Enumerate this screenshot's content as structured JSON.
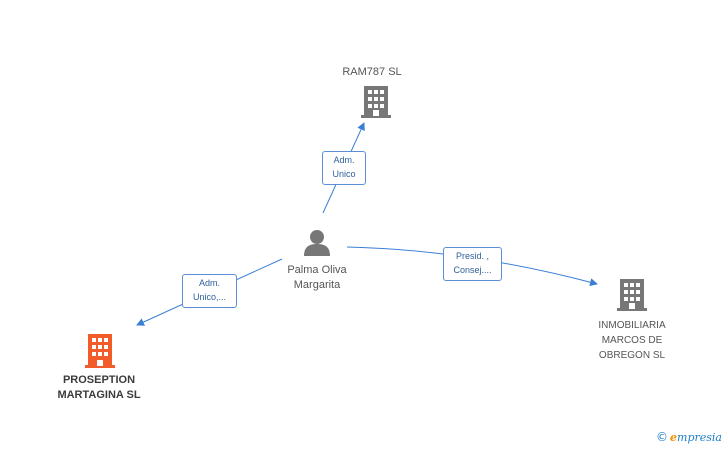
{
  "nodes": {
    "ram787": {
      "label": "RAM787 SL",
      "icon": "building-icon",
      "color": "#777777"
    },
    "person": {
      "line1": "Palma Oliva",
      "line2": "Margarita",
      "icon": "person-icon",
      "color": "#777777"
    },
    "prosep": {
      "line1": "PROSEPTION",
      "line2": "MARTAGINA SL",
      "icon": "building-icon",
      "color": "#f25c2b"
    },
    "inmob": {
      "line1": "INMOBILIARIA",
      "line2": "MARCOS DE",
      "line3": "OBREGON SL",
      "icon": "building-icon",
      "color": "#777777"
    }
  },
  "edges": {
    "to_ram787": {
      "line1": "Adm.",
      "line2": "Unico"
    },
    "to_prosep": {
      "line1": "Adm.",
      "line2": "Unico,..."
    },
    "to_inmob": {
      "line1": "Presid. ,",
      "line2": "Consej...."
    }
  },
  "edge_color": "#3a7fd5",
  "brand": {
    "copyright": "©",
    "name_initial": "e",
    "name_rest": "mpresia"
  }
}
